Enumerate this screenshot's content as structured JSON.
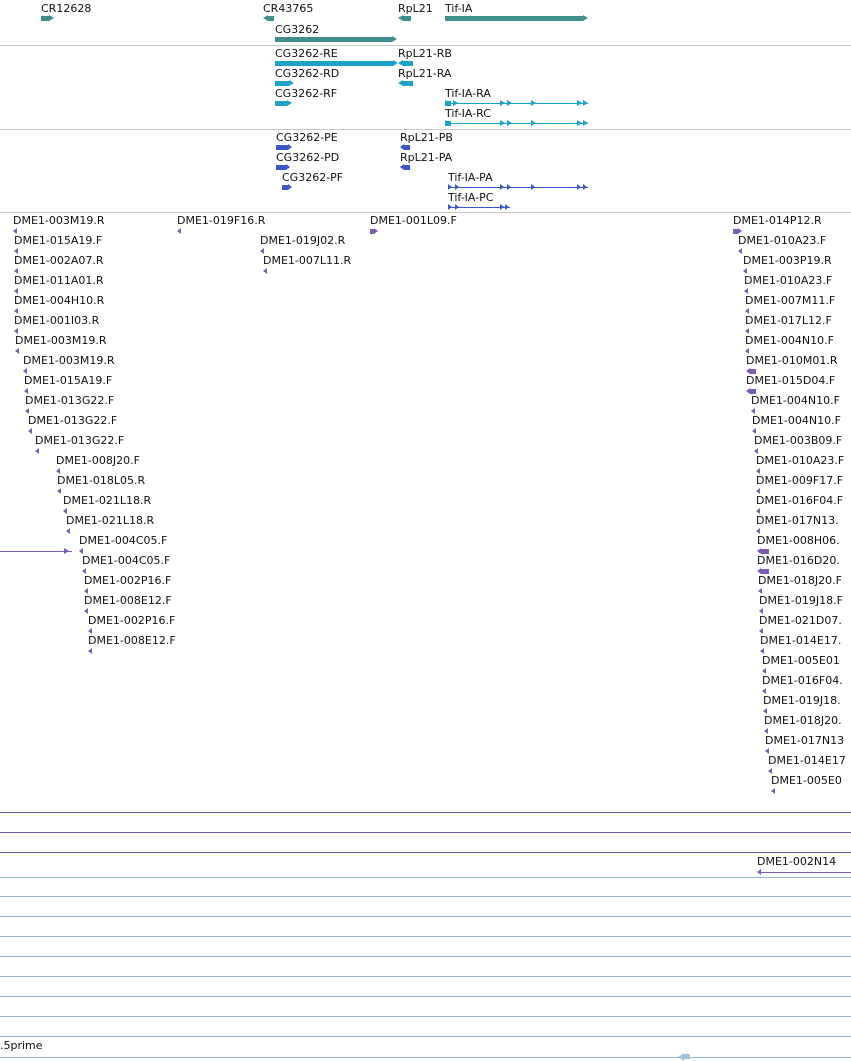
{
  "colors": {
    "gene": "#3f8f8f",
    "mrna": "#1aa3c7",
    "protein": "#3a55c8",
    "est": "#7c5cb0",
    "hline_purple": "#6a5aa6",
    "hline_blue": "#8fb6cc",
    "separator": "#c8c8c8"
  },
  "tracks": {
    "genes": [
      {
        "label": "CR12628"
      },
      {
        "label": "CR43765"
      },
      {
        "label": "RpL21"
      },
      {
        "label": "Tif-IA"
      },
      {
        "label": "CG3262"
      }
    ],
    "transcripts": [
      {
        "label": "CG3262-RE"
      },
      {
        "label": "RpL21-RB"
      },
      {
        "label": "CG3262-RD"
      },
      {
        "label": "RpL21-RA"
      },
      {
        "label": "CG3262-RF"
      },
      {
        "label": "Tif-IA-RA"
      },
      {
        "label": "Tif-IA-RC"
      }
    ],
    "proteins": [
      {
        "label": "CG3262-PE"
      },
      {
        "label": "RpL21-PB"
      },
      {
        "label": "CG3262-PD"
      },
      {
        "label": "RpL21-PA"
      },
      {
        "label": "CG3262-PF"
      },
      {
        "label": "Tif-IA-PA"
      },
      {
        "label": "Tif-IA-PC"
      }
    ],
    "ests_left": [
      {
        "label": "DME1-003M19.R"
      },
      {
        "label": "DME1-015A19.F"
      },
      {
        "label": "DME1-002A07.R"
      },
      {
        "label": "DME1-011A01.R"
      },
      {
        "label": "DME1-004H10.R"
      },
      {
        "label": "DME1-001I03.R"
      },
      {
        "label": "DME1-003M19.R"
      },
      {
        "label": "DME1-003M19.R"
      },
      {
        "label": "DME1-015A19.F"
      },
      {
        "label": "DME1-013G22.F"
      },
      {
        "label": "DME1-013G22.F"
      },
      {
        "label": "DME1-013G22.F"
      },
      {
        "label": "DME1-008J20.F"
      },
      {
        "label": "DME1-018L05.R"
      },
      {
        "label": "DME1-021L18.R"
      },
      {
        "label": "DME1-021L18.R"
      },
      {
        "label": "DME1-004C05.F"
      },
      {
        "label": "DME1-004C05.F"
      },
      {
        "label": "DME1-002P16.F"
      },
      {
        "label": "DME1-008E12.F"
      },
      {
        "label": "DME1-002P16.F"
      },
      {
        "label": "DME1-008E12.F"
      }
    ],
    "ests_mid": [
      {
        "label": "DME1-019F16.R"
      },
      {
        "label": "DME1-019J02.R"
      },
      {
        "label": "DME1-007L11.R"
      },
      {
        "label": "DME1-001L09.F"
      }
    ],
    "ests_right": [
      {
        "label": "DME1-014P12.R"
      },
      {
        "label": "DME1-010A23.F"
      },
      {
        "label": "DME1-003P19.R"
      },
      {
        "label": "DME1-010A23.F"
      },
      {
        "label": "DME1-007M11.F"
      },
      {
        "label": "DME1-017L12.F"
      },
      {
        "label": "DME1-004N10.F"
      },
      {
        "label": "DME1-010M01.R"
      },
      {
        "label": "DME1-015D04.F"
      },
      {
        "label": "DME1-004N10.F"
      },
      {
        "label": "DME1-004N10.F"
      },
      {
        "label": "DME1-003B09.F"
      },
      {
        "label": "DME1-010A23.F"
      },
      {
        "label": "DME1-009F17.F"
      },
      {
        "label": "DME1-016F04.F"
      },
      {
        "label": "DME1-017N13."
      },
      {
        "label": "DME1-008H06."
      },
      {
        "label": "DME1-016D20."
      },
      {
        "label": "DME1-018J20.F"
      },
      {
        "label": "DME1-019J18.F"
      },
      {
        "label": "DME1-021D07."
      },
      {
        "label": "DME1-014E17."
      },
      {
        "label": "DME1-005E01"
      },
      {
        "label": "DME1-016F04."
      },
      {
        "label": "DME1-019J18."
      },
      {
        "label": "DME1-018J20."
      },
      {
        "label": "DME1-017N13"
      },
      {
        "label": "DME1-014E17"
      },
      {
        "label": "DME1-005E0"
      }
    ],
    "ests_lower": [
      {
        "label": "DME1-002N14"
      }
    ],
    "bottom": [
      {
        "label": ".5prime"
      }
    ]
  }
}
